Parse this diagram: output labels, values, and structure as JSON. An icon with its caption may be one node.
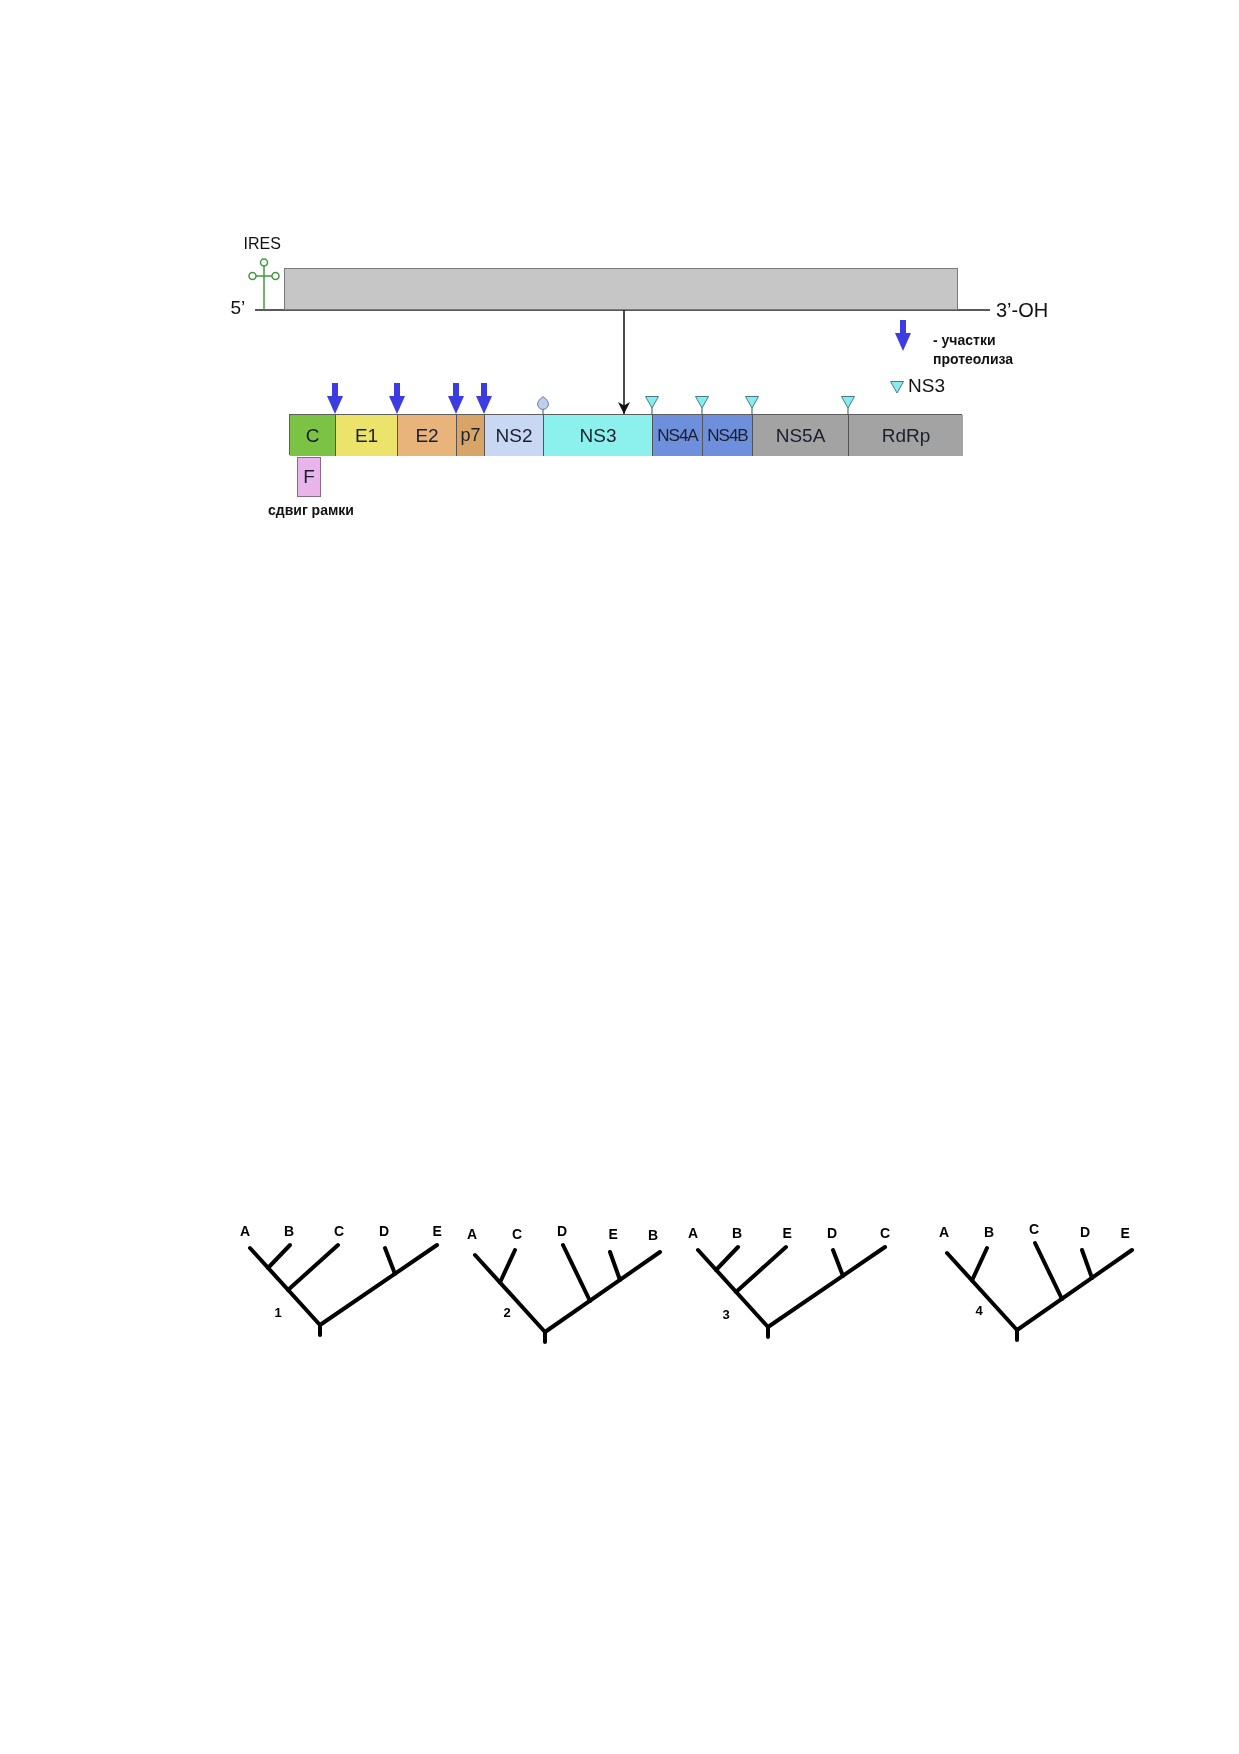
{
  "diagram": {
    "nodes": [
      {
        "text": [],
        "shape": "bar"
      },
      {
        "text": [],
        "shape": "bar"
      },
      {
        "text": [
          "C"
        ],
        "in": 1
      },
      {
        "text": [
          "E1"
        ],
        "in": 1
      },
      {
        "text": [
          "E2"
        ],
        "in": 1
      },
      {
        "text": [
          "p7"
        ],
        "in": 1
      },
      {
        "text": [
          "NS2"
        ],
        "in": 1
      },
      {
        "text": [
          "NS3"
        ],
        "in": 1
      },
      {
        "text": [
          "NS4A"
        ],
        "in": 1
      },
      {
        "text": [
          "NS4B"
        ],
        "in": 1
      },
      {
        "text": [
          "NS5A"
        ],
        "in": 1
      },
      {
        "text": [
          "RdRp"
        ],
        "in": 1
      },
      {
        "text": [
          "F"
        ],
        "beside": [
          "сдвиг рамки"
        ]
      }
    ],
    "edges": [
      {
        "from": 0,
        "to": 1,
        "arrow": "to"
      }
    ],
    "labels": [
      "IRES",
      "5’",
      "3’-OH",
      "A",
      "B",
      "C",
      "D",
      "E",
      "1",
      "A",
      "C",
      "D",
      "E",
      "B",
      "2",
      "A",
      "B",
      "E",
      "D",
      "C",
      "3",
      "A",
      "B",
      "C",
      "D",
      "E",
      "4"
    ],
    "legend": [
      {
        "text": "- участки протеолиза"
      },
      {
        "text": "NS3"
      }
    ]
  }
}
